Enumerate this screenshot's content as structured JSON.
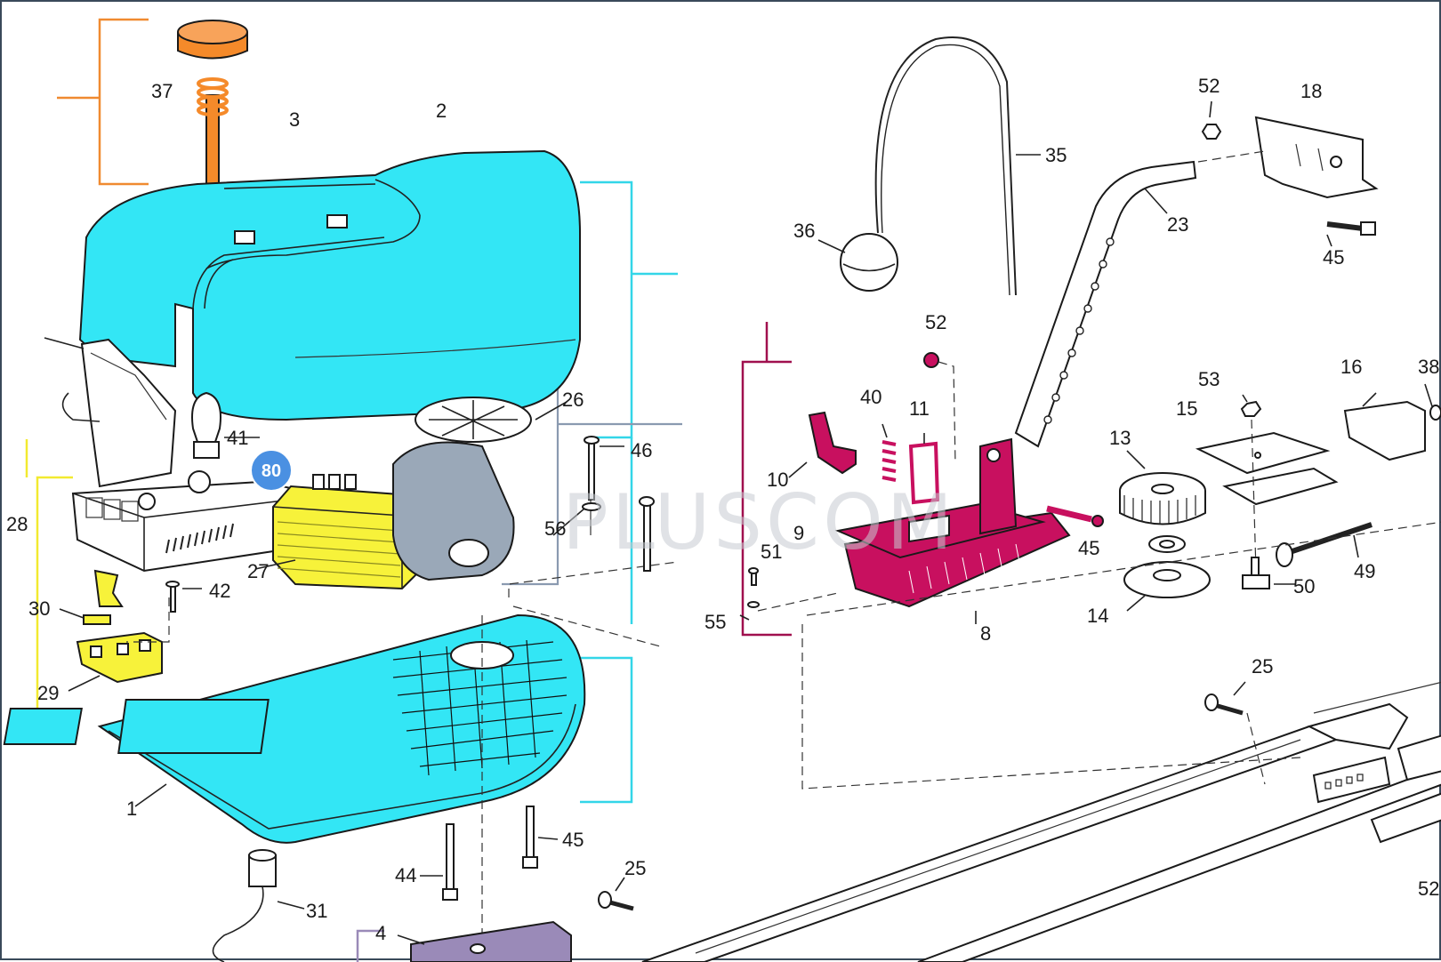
{
  "diagram": {
    "watermark": "PLUSCOM",
    "badge": "80",
    "part_labels": {
      "p37": "37",
      "p3": "3",
      "p2": "2",
      "p35": "35",
      "p52a": "52",
      "p18": "18",
      "p36": "36",
      "p23": "23",
      "p45a": "45",
      "p52b": "52",
      "p26": "26",
      "p41": "41",
      "p46": "46",
      "p40": "40",
      "p11": "11",
      "p53": "53",
      "p16": "16",
      "p38": "38",
      "p15": "15",
      "p13": "13",
      "p28": "28",
      "p27": "27",
      "p56": "56",
      "p10": "10",
      "p9": "9",
      "p45b": "45",
      "p51": "51",
      "p49": "49",
      "p30": "30",
      "p42": "42",
      "p55": "55",
      "p8": "8",
      "p50": "50",
      "p14": "14",
      "p29": "29",
      "p25a": "25",
      "p1": "1",
      "p45c": "45",
      "p44": "44",
      "p25b": "25",
      "p31": "31",
      "p4": "4",
      "p52c": "52"
    },
    "colors": {
      "cover": "#33e6f5",
      "carriage": "#c8105f",
      "transformer": "#f7f23a",
      "cap": "#f58a2a",
      "bracket_orange": "#f08a30",
      "bracket_cyan": "#33d6e8",
      "bracket_yellow": "#f2ea30",
      "bracket_magenta": "#a0104e",
      "bracket_slate": "#8a9ab0",
      "plate_purple": "#9a8ab8",
      "badge": "#4a90e2"
    }
  }
}
